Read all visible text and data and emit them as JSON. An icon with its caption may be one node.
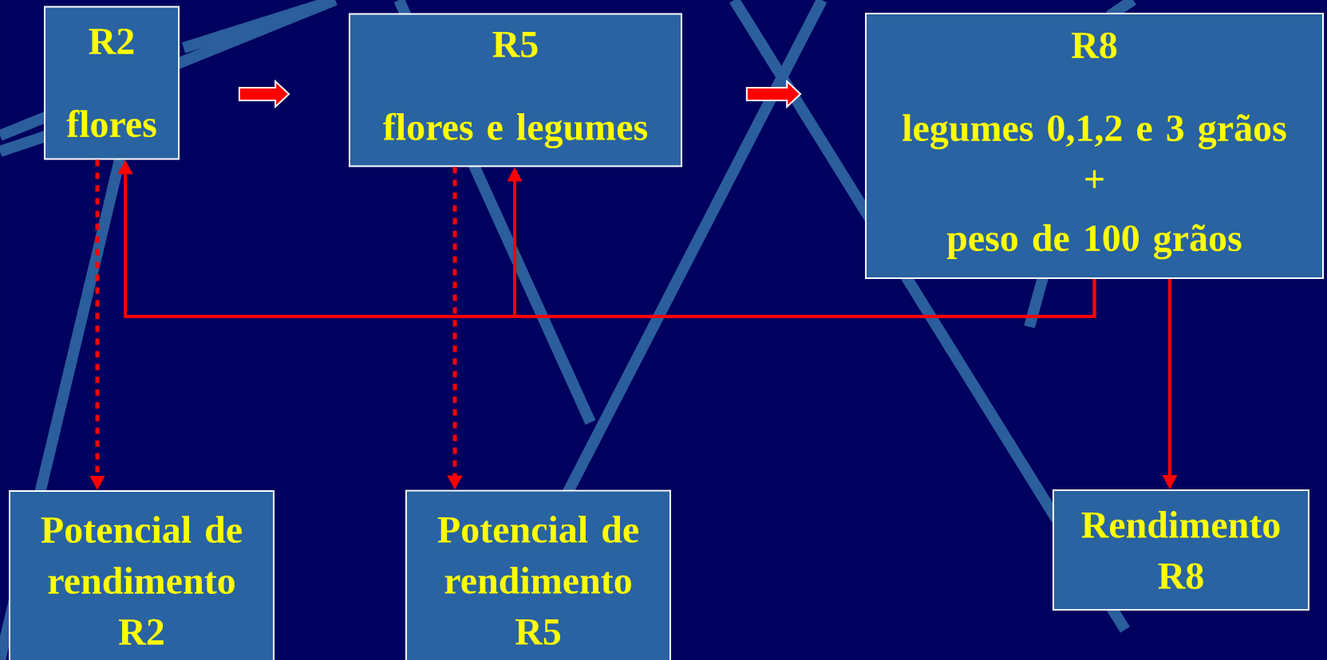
{
  "diagram": {
    "nodes": [
      {
        "text": [
          "R2",
          "flores"
        ]
      },
      {
        "text": [
          "R5",
          "flores e legumes"
        ]
      },
      {
        "text": [
          "R8",
          "legumes 0,1,2 e 3 grãos",
          "+",
          "peso de 100 grãos"
        ]
      },
      {
        "text": [
          "Potencial de rendimento R2"
        ]
      },
      {
        "text": [
          "Potencial de rendimento R5"
        ]
      },
      {
        "text": [
          "Rendimento R8"
        ]
      }
    ],
    "edges": [
      {
        "from": 0,
        "to": 1,
        "arrow": "to",
        "style": "thick"
      },
      {
        "from": 1,
        "to": 2,
        "arrow": "to",
        "style": "thick"
      },
      {
        "from": 0,
        "to": 3,
        "arrow": "to",
        "style": "dashed"
      },
      {
        "from": 1,
        "to": 4,
        "arrow": "to",
        "style": "dashed"
      },
      {
        "from": 2,
        "to": 0,
        "arrow": "to"
      },
      {
        "from": 2,
        "to": 1,
        "arrow": "to"
      },
      {
        "from": 2,
        "to": 5,
        "arrow": "to"
      }
    ]
  }
}
